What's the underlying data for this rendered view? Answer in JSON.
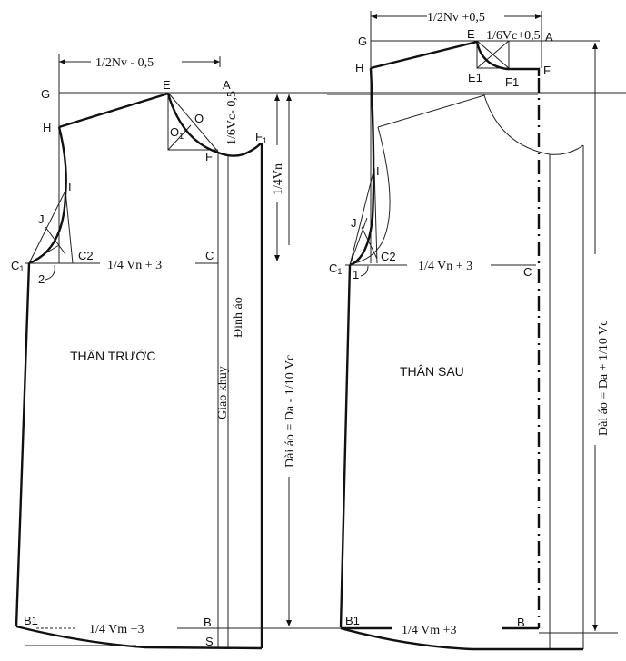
{
  "front": {
    "title": "THÂN TRƯỚC",
    "top_dim": "1/2Nv - 0,5",
    "neck_dim": "1/6Vc- 0,5",
    "depth_dim": "1/4Vn",
    "chest_dim": "1/4 Vn + 3",
    "hem_dim": "1/4 Vm +3",
    "length_dim": "Dài áo = Da - 1/10 Vc",
    "placket_label": "Giao khuy",
    "edge_label": "Đinh áo",
    "points": {
      "G": "G",
      "E": "E",
      "A": "A",
      "H": "H",
      "O": "O",
      "O1": "O",
      "O1_sub": "1",
      "F": "F",
      "F1": "F",
      "F1_sub": "1",
      "I": "I",
      "J": "J",
      "C1": "C",
      "C1_sub": "1",
      "C2": "C2",
      "C": "C",
      "two": "2",
      "B1": "B1",
      "B": "B",
      "S": "S"
    }
  },
  "back": {
    "title": "THÂN SAU",
    "top_dim": "1/2Nv +0,5",
    "neck_dim": "1/6Vc+0,5",
    "chest_dim": "1/4 Vn + 3",
    "hem_dim": "1/4 Vm +3",
    "length_dim": "Dài áo = Da + 1/10 Vc",
    "points": {
      "G": "G",
      "E": "E",
      "A": "A",
      "H": "H",
      "E1": "E1",
      "F": "F",
      "F1": "F1",
      "I": "I",
      "J": "J",
      "C1": "C",
      "C1_sub": "1",
      "C2": "C2",
      "C": "C",
      "one": "1",
      "B1": "B1",
      "B": "B"
    }
  }
}
